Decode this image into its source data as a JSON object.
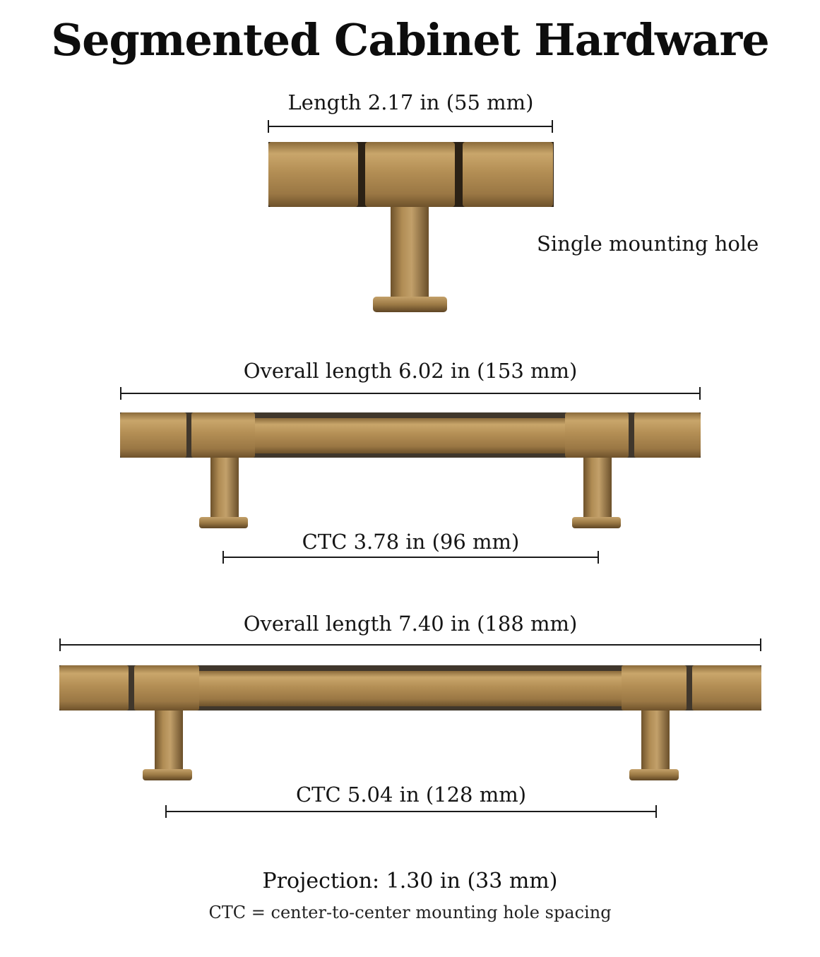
{
  "title": "Segmented Cabinet Hardware",
  "knob": {
    "length_label": "Length 2.17 in (55 mm)",
    "mount_label": "Single mounting hole"
  },
  "pull_96": {
    "overall_label": "Overall length 6.02 in (153 mm)",
    "ctc_label": "CTC 3.78 in (96 mm)"
  },
  "pull_128": {
    "overall_label": "Overall length 7.40 in (188 mm)",
    "ctc_label": "CTC 5.04 in (128 mm)"
  },
  "projection": "Projection: 1.30 in (33 mm)",
  "footnote": "CTC = center-to-center mounting hole spacing",
  "colors": {
    "brass_light": "#c9a66b",
    "brass_mid": "#a9844a",
    "brass_dark": "#6e522b",
    "gap": "#2b2115"
  }
}
